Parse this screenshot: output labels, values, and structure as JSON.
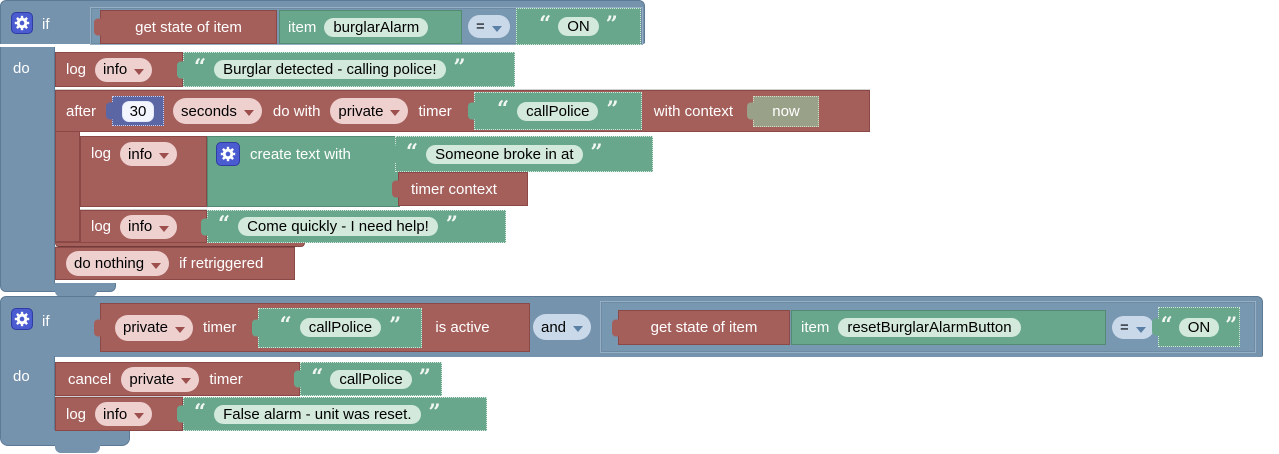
{
  "ui": {
    "quote_open": "“",
    "quote_close": "”",
    "colors": {
      "workspace": "#ffffff",
      "logic_blue": "#7693ad",
      "action_red": "#a55f5b",
      "text_green": "#68a78c",
      "math_blue": "#5b67a5",
      "context_tan": "#9aa189",
      "field_pink": "#eed0cf",
      "field_light_blue": "#c9d9ea",
      "field_light_green": "#d2e9dc",
      "gear_blue": "#4a5cd0"
    },
    "icons": {
      "gear": "mutator-gear"
    }
  },
  "block1": {
    "if_label": "if",
    "do_label": "do",
    "condition": {
      "get_state_label": "get state of item",
      "item_label": "item",
      "item_name": "burglarAlarm",
      "operator": "=",
      "value": "ON"
    },
    "log1": {
      "log_label": "log",
      "level": "info",
      "message": "Burglar detected - calling police!"
    },
    "after": {
      "after_label": "after",
      "delay": "30",
      "unit": "seconds",
      "do_with_label": "do with",
      "scope": "private",
      "timer_label": "timer",
      "timer_name": "callPolice",
      "with_context_label": "with context",
      "context_value": "now",
      "log_a": {
        "log_label": "log",
        "level": "info",
        "create_text_label": "create text with",
        "text1": "Someone broke in at",
        "text2": "timer context"
      },
      "log_b": {
        "log_label": "log",
        "level": "info",
        "message": "Come quickly - I need help!"
      }
    },
    "retrigger": {
      "action": "do nothing",
      "suffix": "if retriggered"
    }
  },
  "block2": {
    "if_label": "if",
    "do_label": "do",
    "timer_active": {
      "scope": "private",
      "timer_label": "timer",
      "timer_name": "callPolice",
      "suffix": "is active"
    },
    "operator": "and",
    "condition": {
      "get_state_label": "get state of item",
      "item_label": "item",
      "item_name": "resetBurglarAlarmButton",
      "operator": "=",
      "value": "ON"
    },
    "cancel": {
      "cancel_label": "cancel",
      "scope": "private",
      "timer_label": "timer",
      "timer_name": "callPolice"
    },
    "log": {
      "log_label": "log",
      "level": "info",
      "message": "False alarm - unit was reset."
    }
  }
}
